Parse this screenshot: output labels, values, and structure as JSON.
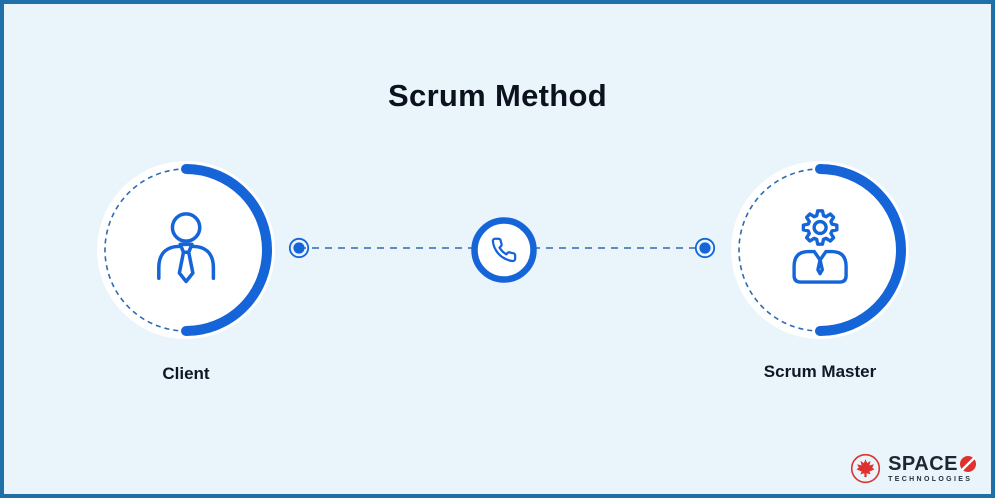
{
  "title": "Scrum Method",
  "nodes": {
    "client": {
      "label": "Client",
      "icon": "client-person-tie-icon"
    },
    "scrum_master": {
      "label": "Scrum Master",
      "icon": "scrum-master-gear-person-icon"
    }
  },
  "connector": {
    "style": "dashed-line-with-endpoint-dots",
    "icon": "phone-call-icon"
  },
  "branding": {
    "name": "SPACE",
    "o_mark": "slashed-o-red-disc",
    "subtitle": "TECHNOLOGIES",
    "emblem": "maple-leaf-icon"
  },
  "colors": {
    "background": "#eaf4fb",
    "frame_border": "#1f6fa8",
    "accent_blue": "#1565d8",
    "dash_blue": "#2f6bb0",
    "node_fill": "#ffffff",
    "title_text": "#0b121e",
    "label_text": "#101826",
    "logo_red": "#e03131",
    "logo_text": "#1d2733"
  }
}
